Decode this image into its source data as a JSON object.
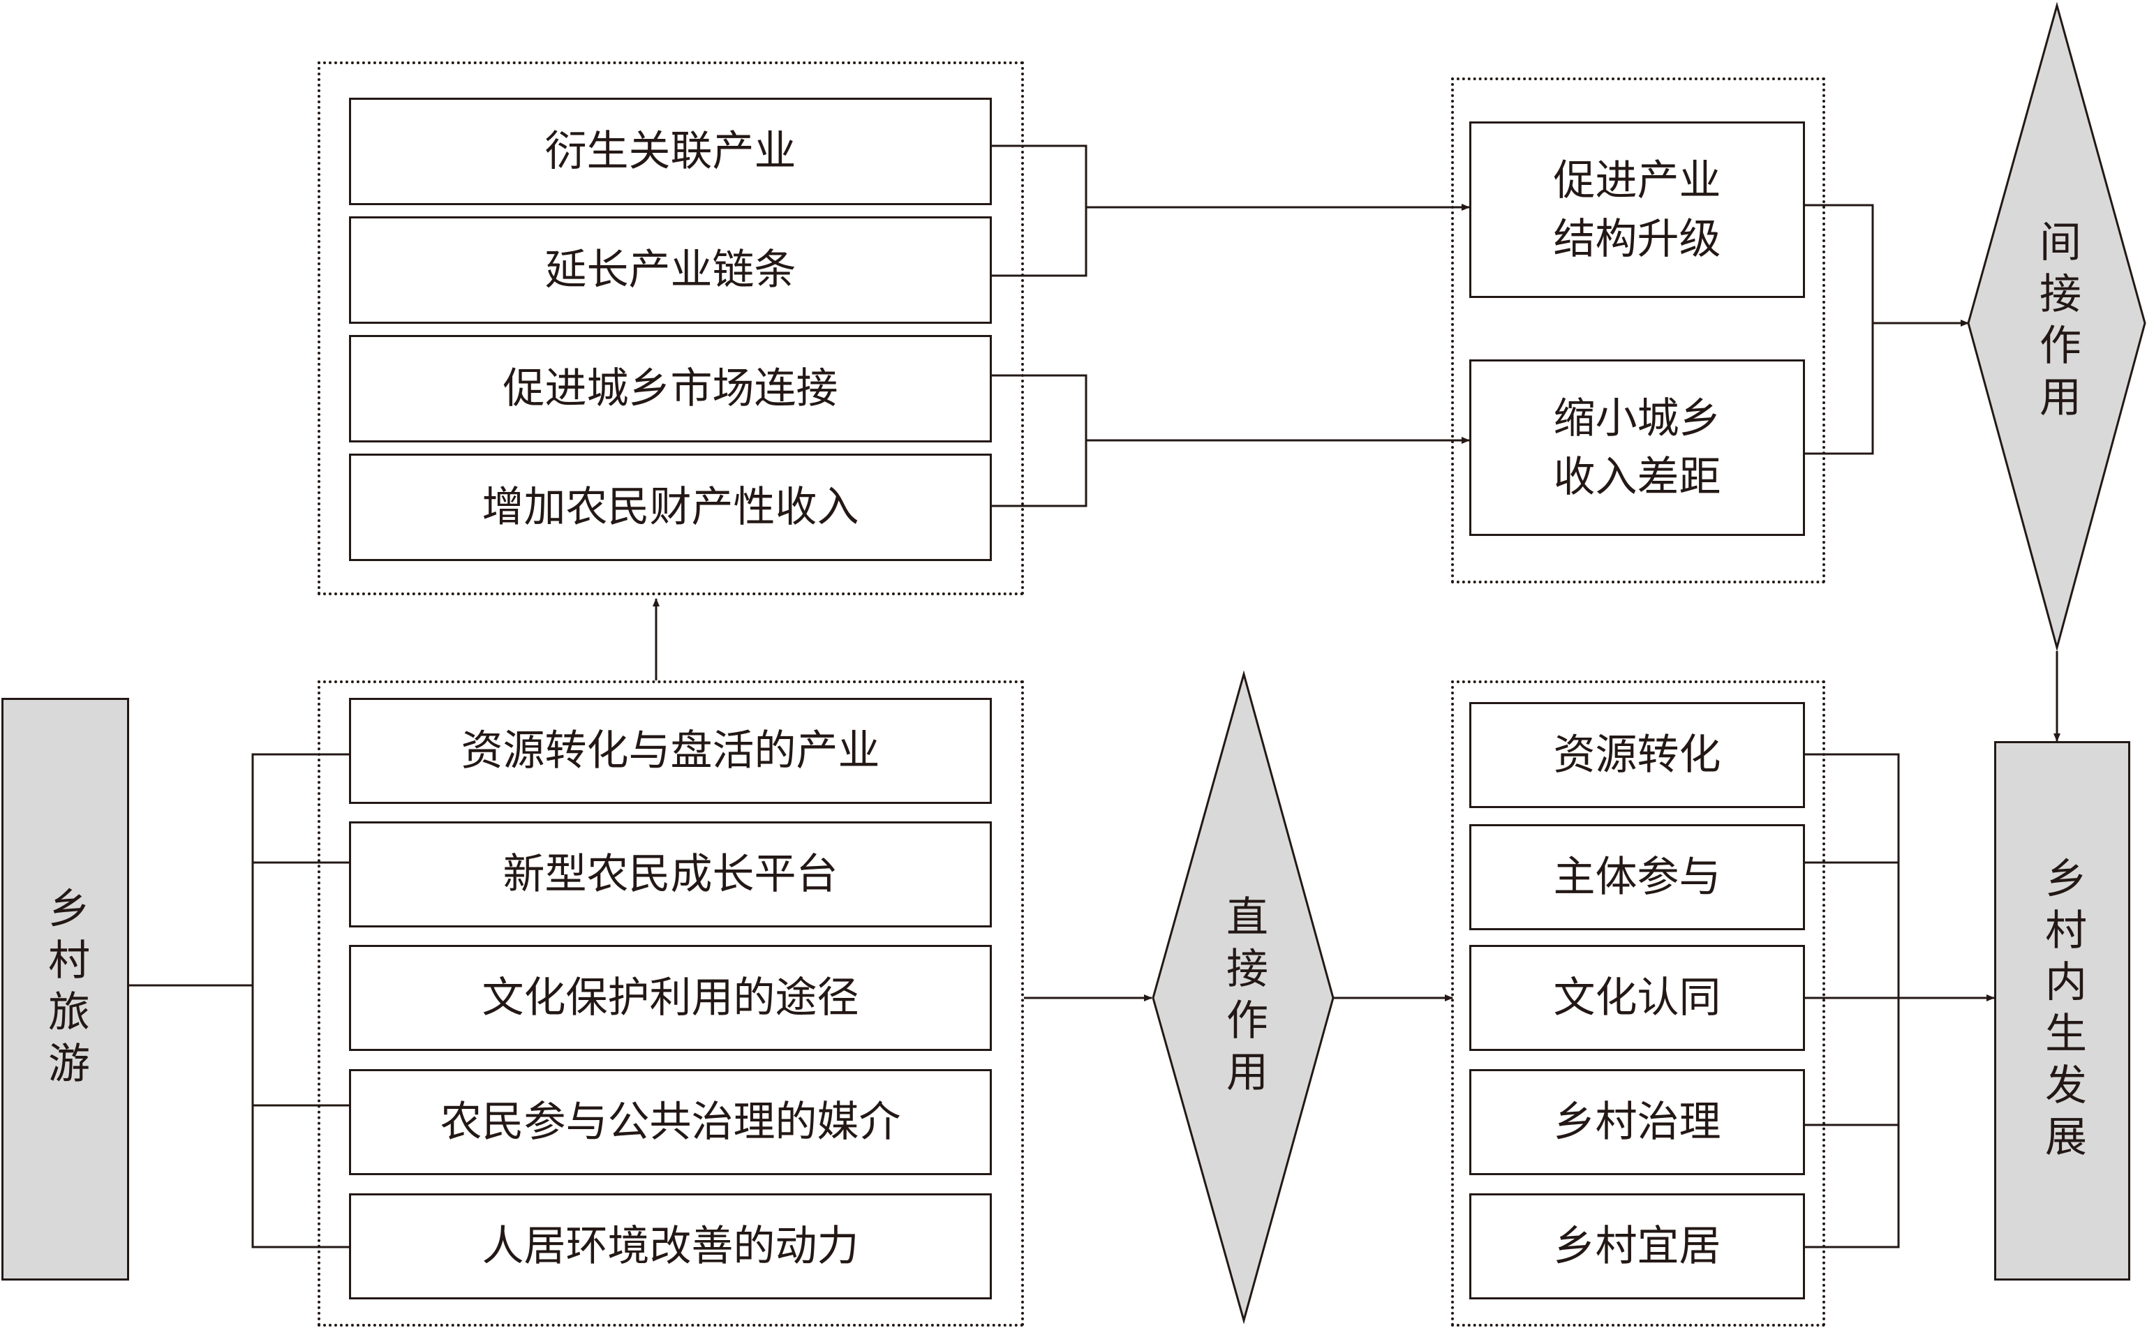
{
  "source": {
    "label": "乡村旅游"
  },
  "target": {
    "label": "乡村内生发展"
  },
  "indirect_diamond": {
    "label": "间接作用"
  },
  "direct_diamond": {
    "label": "直接作用"
  },
  "roles": [
    "资源转化与盘活的产业",
    "新型农民成长平台",
    "文化保护利用的途径",
    "农民参与公共治理的媒介",
    "人居环境改善的动力"
  ],
  "mechanisms": [
    "衍生关联产业",
    "延长产业链条",
    "促进城乡市场连接",
    "增加农民财产性收入"
  ],
  "indirect_outcomes": [
    "促进产业\n结构升级",
    "缩小城乡\n收入差距"
  ],
  "direct_outcomes": [
    "资源转化",
    "主体参与",
    "文化认同",
    "乡村治理",
    "乡村宜居"
  ],
  "colors": {
    "line": "#231815",
    "fill_gray": "#d9d9d9"
  }
}
